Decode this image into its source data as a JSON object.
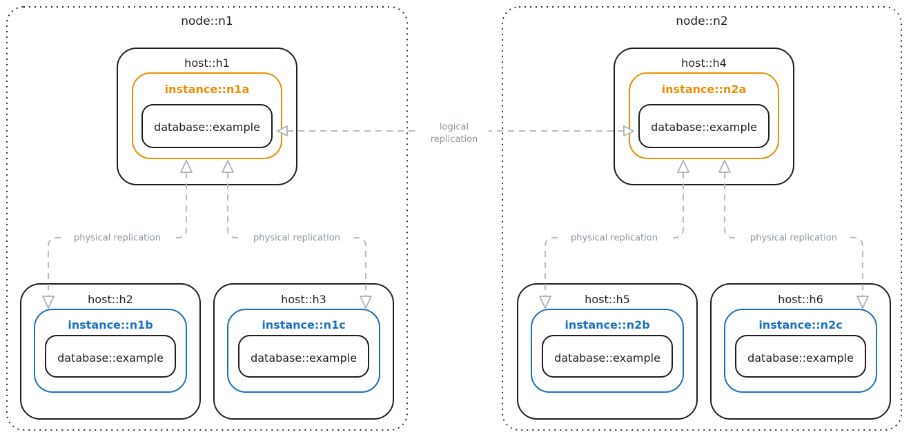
{
  "colors": {
    "outline": "#1e1e1e",
    "primary_instance": "#f08c00",
    "replica_instance": "#1971c2",
    "arrow": "#b0b4b8",
    "arrow_label_text": "#8f969c",
    "background": "#ffffff"
  },
  "nodes": [
    {
      "label": "node::n1",
      "hosts": [
        {
          "label": "host::h1",
          "instance": "instance::n1a",
          "instance_color": "#f08c00",
          "database": "database::example"
        },
        {
          "label": "host::h2",
          "instance": "instance::n1b",
          "instance_color": "#1971c2",
          "database": "database::example"
        },
        {
          "label": "host::h3",
          "instance": "instance::n1c",
          "instance_color": "#1971c2",
          "database": "database::example"
        }
      ]
    },
    {
      "label": "node::n2",
      "hosts": [
        {
          "label": "host::h4",
          "instance": "instance::n2a",
          "instance_color": "#f08c00",
          "database": "database::example"
        },
        {
          "label": "host::h5",
          "instance": "instance::n2b",
          "instance_color": "#1971c2",
          "database": "database::example"
        },
        {
          "label": "host::h6",
          "instance": "instance::n2c",
          "instance_color": "#1971c2",
          "database": "database::example"
        }
      ]
    }
  ],
  "edges": {
    "logical": {
      "line1": "logical",
      "line2": "replication"
    },
    "physical": [
      "physical replication",
      "physical replication",
      "physical replication",
      "physical replication"
    ]
  }
}
